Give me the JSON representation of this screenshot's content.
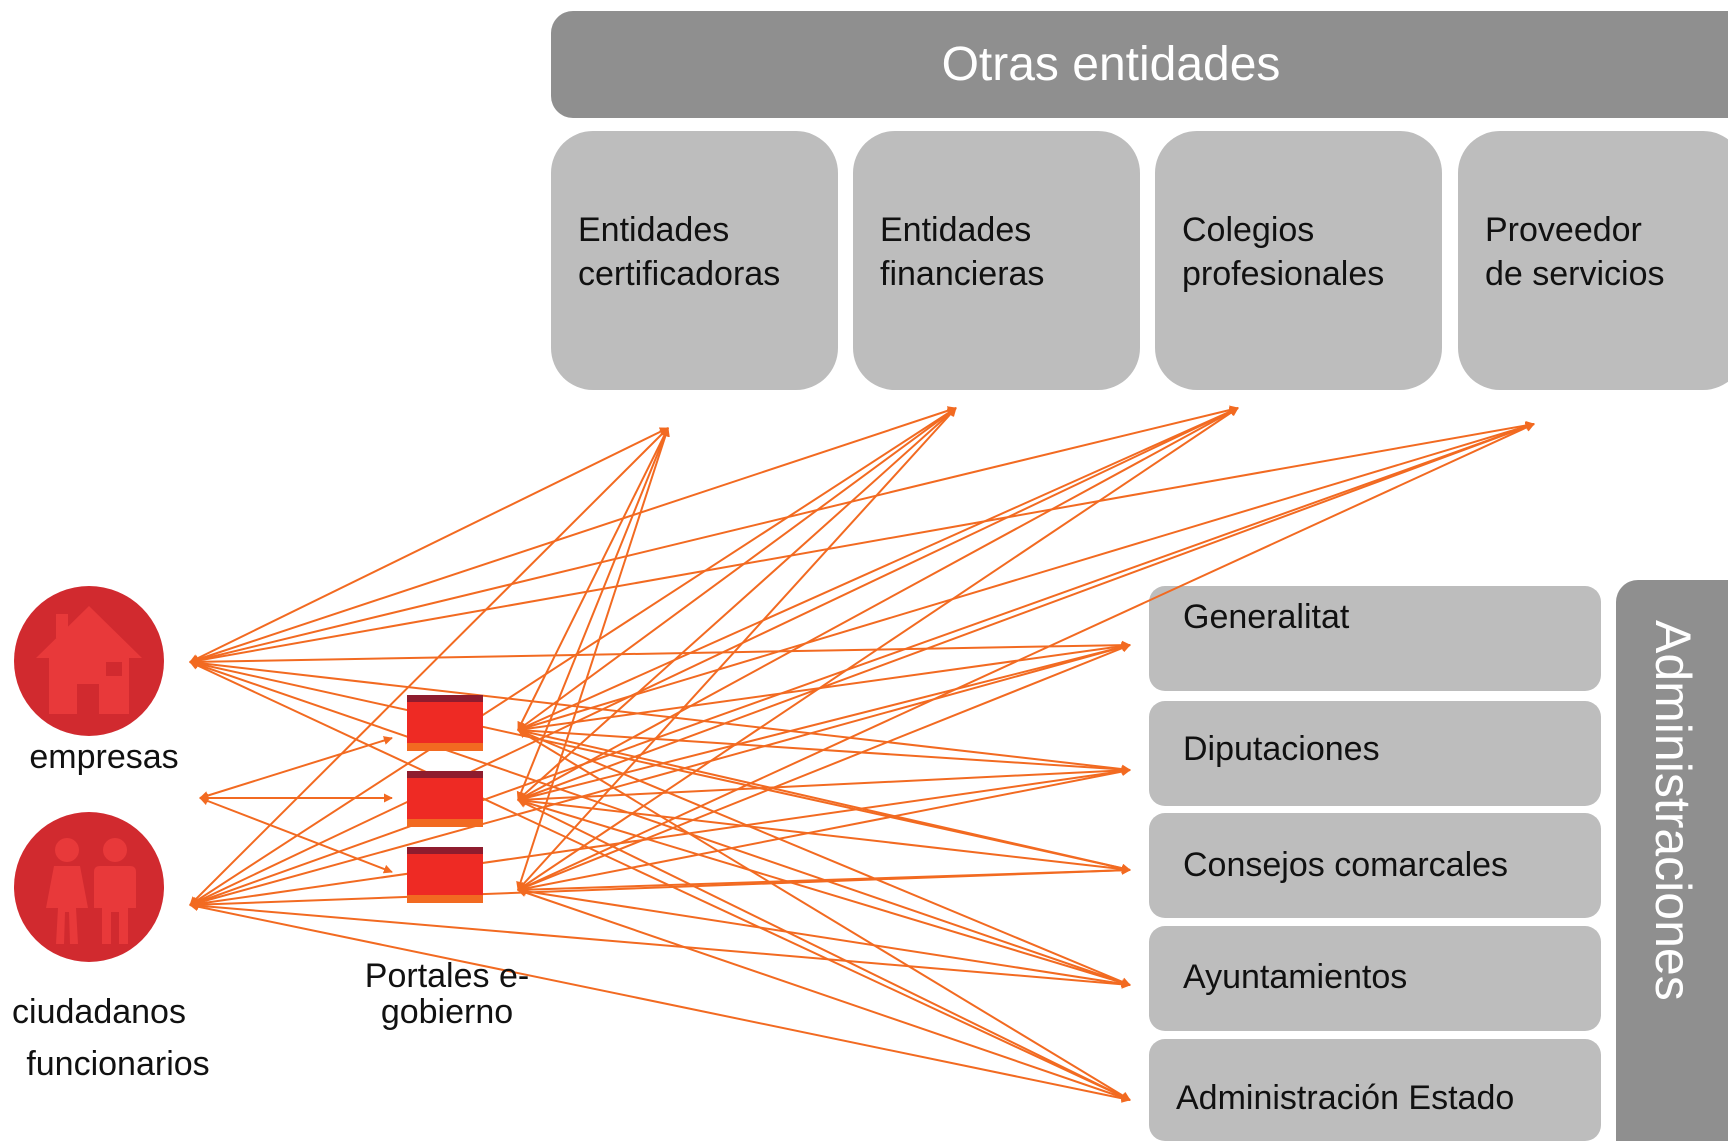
{
  "top_header": {
    "title": "Otras entidades"
  },
  "other_entities": [
    {
      "label": "Entidades\ncertificadoras"
    },
    {
      "label": "Entidades\nfinancieras"
    },
    {
      "label": "Colegios\nprofesionales"
    },
    {
      "label": "Proveedor\nde servicios"
    }
  ],
  "administrations": {
    "title": "Administraciones",
    "items": [
      {
        "label": "Generalitat"
      },
      {
        "label": "Diputaciones"
      },
      {
        "label": "Consejos comarcales"
      },
      {
        "label": "Ayuntamientos"
      },
      {
        "label": "Administración Estado"
      }
    ]
  },
  "actors": {
    "companies": {
      "label": "empresas",
      "icon": "house-icon"
    },
    "people": {
      "label_1": "ciudadanos",
      "label_2": "funcionarios",
      "icon": "people-icon"
    }
  },
  "portals": {
    "label": "Portales e-\ngobierno",
    "count": 3
  },
  "colors": {
    "arrow": "#f26a21",
    "actor_circle": "#d12a2f",
    "header_dark_gray": "#8f8f8f",
    "box_light_gray": "#bdbdbd",
    "portal_red": "#ee2a24"
  }
}
